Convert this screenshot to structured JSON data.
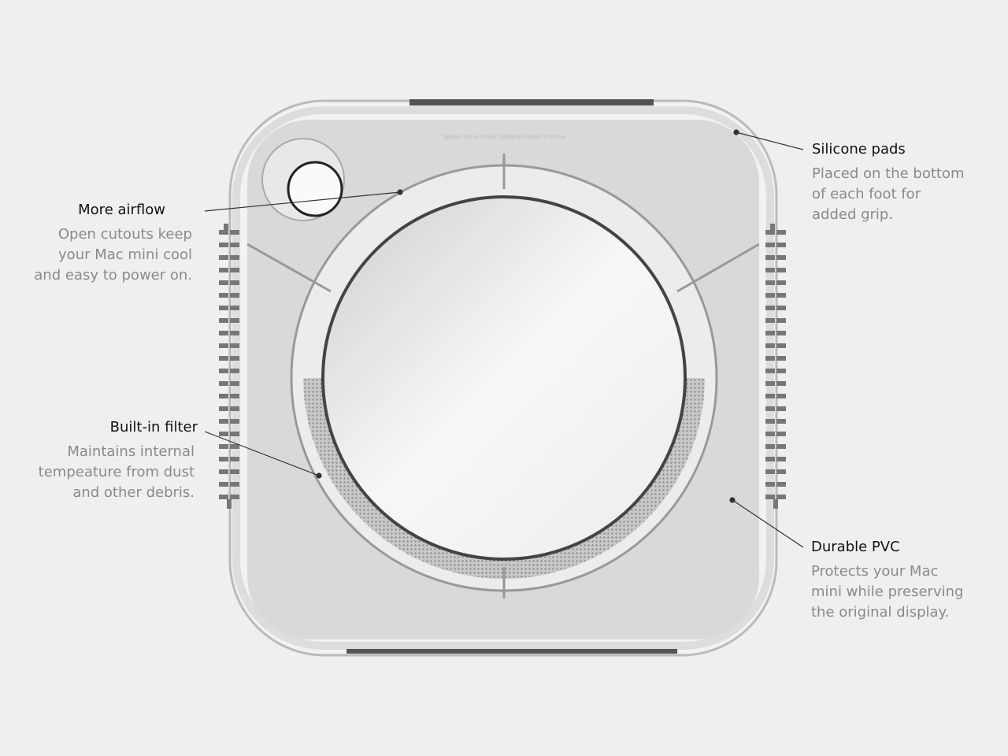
{
  "imprint": "Spigen Inc in Irvine California Made in China",
  "callouts": {
    "airflow": {
      "title": "More airflow",
      "desc": [
        "Open cutouts keep",
        "your Mac mini cool",
        "and easy to power on."
      ]
    },
    "filter": {
      "title": "Built-in filter",
      "desc": [
        "Maintains internal",
        "tempeature from dust",
        "and other debris."
      ]
    },
    "silicone": {
      "title": "Silicone pads",
      "desc": [
        "Placed on the bottom",
        "of each foot for",
        "added grip."
      ]
    },
    "pvc": {
      "title": "Durable PVC",
      "desc": [
        "Protects your Mac",
        "mini while preserving",
        "the original display."
      ]
    }
  },
  "colors": {
    "background": "#efefef",
    "panel": "#d9d9d9",
    "title": "#111111",
    "desc": "#8a8a8a"
  }
}
